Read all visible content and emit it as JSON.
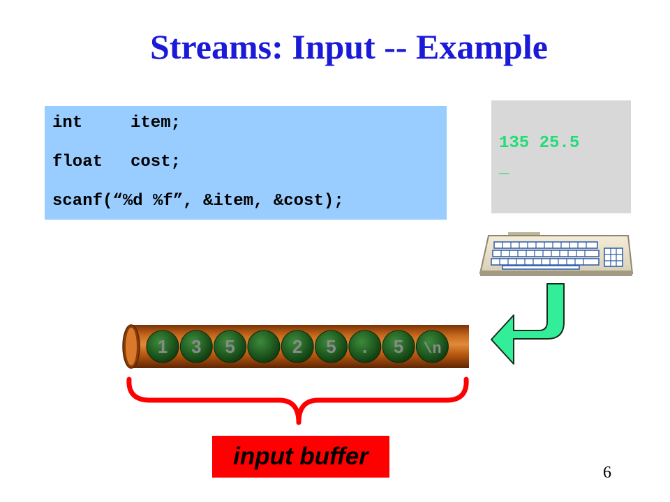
{
  "slide": {
    "title": "Streams: Input -- Example",
    "page_number": "6"
  },
  "code": {
    "lines": [
      {
        "keyword": "int",
        "rest": "item;"
      },
      {
        "keyword": "float",
        "rest": "cost;"
      },
      {
        "keyword": "",
        "rest": "scanf(“%d %f”, &item, &cost);"
      }
    ]
  },
  "terminal": {
    "line1": "135 25.5",
    "cursor": "_"
  },
  "buffer": {
    "chars": [
      "1",
      "3",
      "5",
      " ",
      "2",
      "5",
      ".",
      "5",
      "\\n"
    ],
    "label": "input buffer"
  },
  "colors": {
    "title": "#1a1ad8",
    "code_bg": "#99ccff",
    "terminal_bg": "#d8d8d8",
    "terminal_text": "#22dd77",
    "pipe": "#b85a10",
    "brace": "#ff0000",
    "label_bg": "#ff0000",
    "arrow": "#33ee99"
  },
  "icons": [
    "keyboard-icon",
    "down-left-arrow-icon",
    "curly-brace-icon"
  ]
}
